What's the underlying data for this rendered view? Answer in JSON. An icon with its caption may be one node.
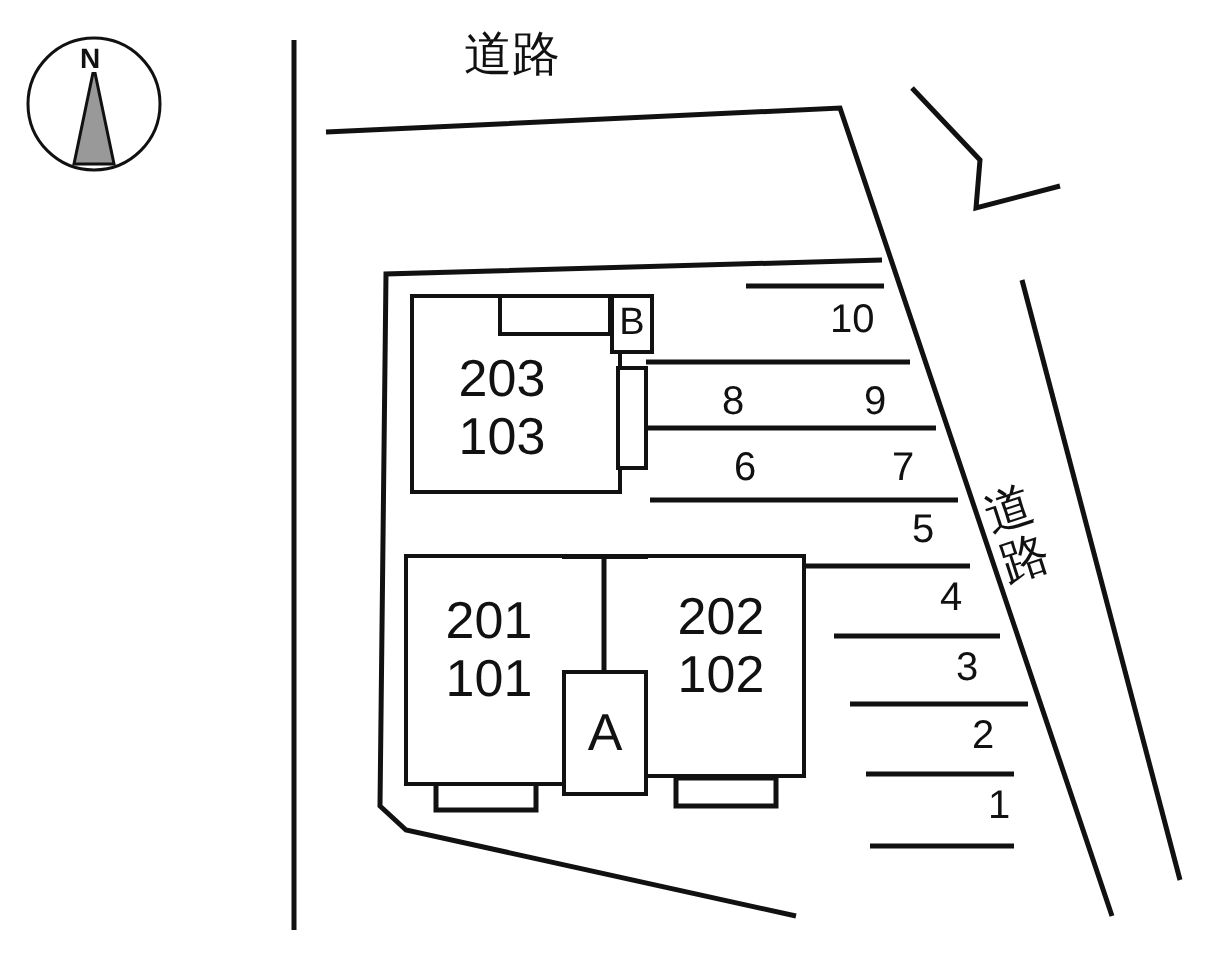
{
  "diagram": {
    "nodes": [
      {
        "text": [
          "203",
          "103"
        ]
      },
      {
        "text": [
          "B"
        ]
      },
      {
        "text": [
          "201",
          "101"
        ]
      },
      {
        "text": [
          "202",
          "102"
        ]
      },
      {
        "text": [
          "A"
        ]
      }
    ],
    "labels": [
      "N",
      "道路",
      "10",
      "8",
      "9",
      "6",
      "7",
      "5",
      "4",
      "3",
      "2",
      "1",
      "道路"
    ]
  }
}
